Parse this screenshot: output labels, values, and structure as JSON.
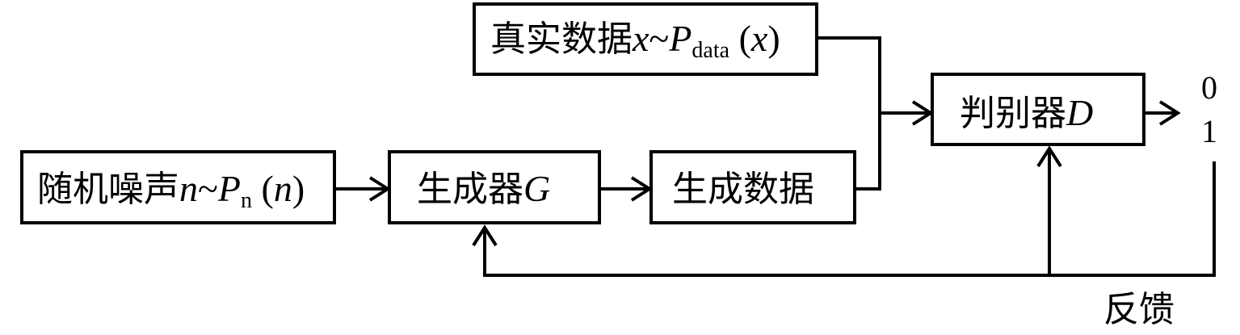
{
  "blocks": {
    "real_data": {
      "label": "真实数据",
      "var": "x",
      "tilde": "~",
      "dist": "P",
      "sub": "data",
      "paren_open": " (",
      "arg": "x",
      "paren_close": ")"
    },
    "noise": {
      "label": "随机噪声",
      "var": "n",
      "tilde": "~",
      "dist": "P",
      "sub": "n",
      "paren_open": " (",
      "arg": "n",
      "paren_close": ")"
    },
    "generator": {
      "label": "生成器",
      "symbol": "G"
    },
    "generated": {
      "label": "生成数据"
    },
    "discriminator": {
      "label": "判别器",
      "symbol": "D"
    }
  },
  "outputs": {
    "zero": "0",
    "one": "1"
  },
  "feedback": {
    "label": "反馈"
  }
}
